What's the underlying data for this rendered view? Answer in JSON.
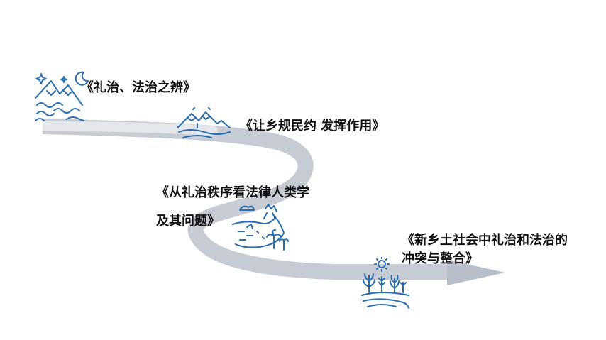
{
  "path": {
    "color": "#c7cbd3",
    "arrow_color": "#b9bfca"
  },
  "icon_color": "#2a6db0",
  "milestones": [
    {
      "label": "《礼治、法治之辨》",
      "icon": "mountain-night-icon"
    },
    {
      "label": "《让乡规民约 发挥作用》",
      "icon": "mountain-landscape-icon"
    },
    {
      "label_line1": "《从礼治秩序看法律人类学",
      "label_line2": "及其问题》",
      "icon": "beach-island-icon"
    },
    {
      "label_line1": "《新乡土社会中礼治和法治的",
      "label_line2": "冲突与整合》",
      "icon": "sunny-field-icon"
    }
  ]
}
